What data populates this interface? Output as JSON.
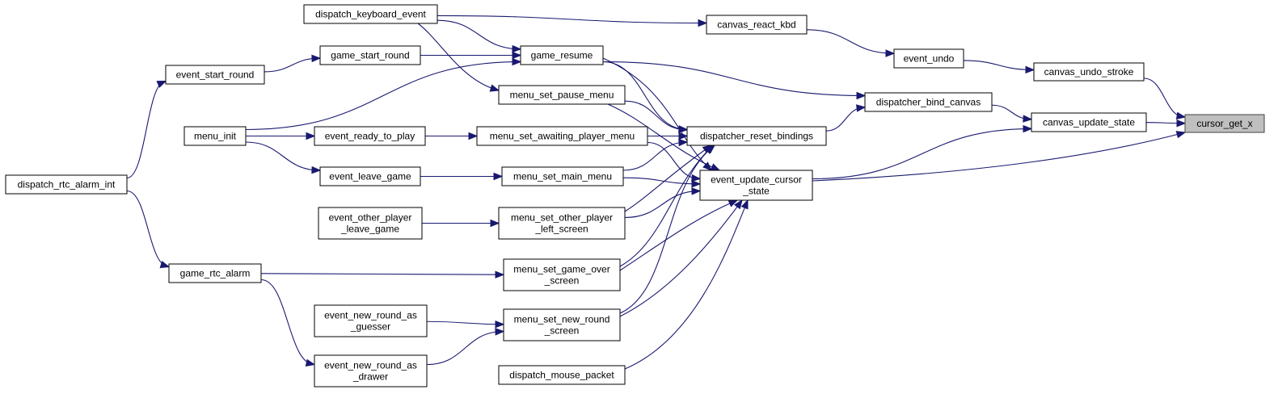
{
  "graph": {
    "nodes": [
      {
        "id": "cursor_get_x",
        "lines": [
          "cursor_get_x"
        ],
        "root": true
      },
      {
        "id": "canvas_undo_stroke",
        "lines": [
          "canvas_undo_stroke"
        ]
      },
      {
        "id": "canvas_update_state",
        "lines": [
          "canvas_update_state"
        ]
      },
      {
        "id": "event_undo",
        "lines": [
          "event_undo"
        ]
      },
      {
        "id": "canvas_react_kbd",
        "lines": [
          "canvas_react_kbd"
        ]
      },
      {
        "id": "dispatcher_bind_canvas",
        "lines": [
          "dispatcher_bind_canvas"
        ]
      },
      {
        "id": "dispatcher_reset_bindings",
        "lines": [
          "dispatcher_reset_bindings"
        ]
      },
      {
        "id": "event_update_cursor_state",
        "lines": [
          "event_update_cursor",
          "_state"
        ]
      },
      {
        "id": "dispatch_keyboard_event",
        "lines": [
          "dispatch_keyboard_event"
        ]
      },
      {
        "id": "game_resume",
        "lines": [
          "game_resume"
        ]
      },
      {
        "id": "game_start_round",
        "lines": [
          "game_start_round"
        ]
      },
      {
        "id": "event_start_round",
        "lines": [
          "event_start_round"
        ]
      },
      {
        "id": "menu_set_pause_menu",
        "lines": [
          "menu_set_pause_menu"
        ]
      },
      {
        "id": "menu_init",
        "lines": [
          "menu_init"
        ]
      },
      {
        "id": "event_ready_to_play",
        "lines": [
          "event_ready_to_play"
        ]
      },
      {
        "id": "menu_set_awaiting_player_menu",
        "lines": [
          "menu_set_awaiting_player_menu"
        ]
      },
      {
        "id": "event_leave_game",
        "lines": [
          "event_leave_game"
        ]
      },
      {
        "id": "menu_set_main_menu",
        "lines": [
          "menu_set_main_menu"
        ]
      },
      {
        "id": "dispatch_rtc_alarm_int",
        "lines": [
          "dispatch_rtc_alarm_int"
        ]
      },
      {
        "id": "event_other_player_leave_game",
        "lines": [
          "event_other_player",
          "_leave_game"
        ]
      },
      {
        "id": "menu_set_other_player_left_screen",
        "lines": [
          "menu_set_other_player",
          "_left_screen"
        ]
      },
      {
        "id": "game_rtc_alarm",
        "lines": [
          "game_rtc_alarm"
        ]
      },
      {
        "id": "menu_set_game_over_screen",
        "lines": [
          "menu_set_game_over",
          "_screen"
        ]
      },
      {
        "id": "event_new_round_as_guesser",
        "lines": [
          "event_new_round_as",
          "_guesser"
        ]
      },
      {
        "id": "menu_set_new_round_screen",
        "lines": [
          "menu_set_new_round",
          "_screen"
        ]
      },
      {
        "id": "event_new_round_as_drawer",
        "lines": [
          "event_new_round_as",
          "_drawer"
        ]
      },
      {
        "id": "dispatch_mouse_packet",
        "lines": [
          "dispatch_mouse_packet"
        ]
      }
    ],
    "edges": [
      {
        "from": "canvas_undo_stroke",
        "to": "cursor_get_x"
      },
      {
        "from": "canvas_update_state",
        "to": "cursor_get_x"
      },
      {
        "from": "event_update_cursor_state",
        "to": "cursor_get_x"
      },
      {
        "from": "event_undo",
        "to": "canvas_undo_stroke"
      },
      {
        "from": "dispatcher_bind_canvas",
        "to": "canvas_update_state"
      },
      {
        "from": "event_update_cursor_state",
        "to": "canvas_update_state"
      },
      {
        "from": "canvas_react_kbd",
        "to": "event_undo"
      },
      {
        "from": "dispatch_keyboard_event",
        "to": "canvas_react_kbd"
      },
      {
        "from": "game_resume",
        "to": "dispatcher_bind_canvas"
      },
      {
        "from": "dispatcher_reset_bindings",
        "to": "dispatcher_bind_canvas"
      },
      {
        "from": "dispatch_keyboard_event",
        "to": "game_resume"
      },
      {
        "from": "game_start_round",
        "to": "game_resume"
      },
      {
        "from": "menu_init",
        "to": "game_resume"
      },
      {
        "from": "event_start_round",
        "to": "game_start_round"
      },
      {
        "from": "dispatch_rtc_alarm_int",
        "to": "event_start_round"
      },
      {
        "from": "dispatch_keyboard_event",
        "to": "menu_set_pause_menu"
      },
      {
        "from": "game_resume",
        "to": "dispatcher_reset_bindings"
      },
      {
        "from": "menu_set_pause_menu",
        "to": "dispatcher_reset_bindings"
      },
      {
        "from": "menu_set_awaiting_player_menu",
        "to": "dispatcher_reset_bindings"
      },
      {
        "from": "menu_set_main_menu",
        "to": "dispatcher_reset_bindings"
      },
      {
        "from": "menu_set_other_player_left_screen",
        "to": "dispatcher_reset_bindings"
      },
      {
        "from": "menu_set_game_over_screen",
        "to": "dispatcher_reset_bindings"
      },
      {
        "from": "menu_set_new_round_screen",
        "to": "dispatcher_reset_bindings"
      },
      {
        "from": "game_resume",
        "to": "event_update_cursor_state"
      },
      {
        "from": "menu_set_pause_menu",
        "to": "event_update_cursor_state"
      },
      {
        "from": "menu_set_awaiting_player_menu",
        "to": "event_update_cursor_state"
      },
      {
        "from": "menu_set_main_menu",
        "to": "event_update_cursor_state"
      },
      {
        "from": "menu_set_other_player_left_screen",
        "to": "event_update_cursor_state"
      },
      {
        "from": "menu_set_game_over_screen",
        "to": "event_update_cursor_state"
      },
      {
        "from": "menu_set_new_round_screen",
        "to": "event_update_cursor_state"
      },
      {
        "from": "dispatch_mouse_packet",
        "to": "event_update_cursor_state"
      },
      {
        "from": "menu_init",
        "to": "event_ready_to_play"
      },
      {
        "from": "menu_init",
        "to": "event_leave_game"
      },
      {
        "from": "event_ready_to_play",
        "to": "menu_set_awaiting_player_menu"
      },
      {
        "from": "event_leave_game",
        "to": "menu_set_main_menu"
      },
      {
        "from": "event_other_player_leave_game",
        "to": "menu_set_other_player_left_screen"
      },
      {
        "from": "dispatch_rtc_alarm_int",
        "to": "game_rtc_alarm"
      },
      {
        "from": "game_rtc_alarm",
        "to": "menu_set_game_over_screen"
      },
      {
        "from": "game_rtc_alarm",
        "to": "event_new_round_as_drawer"
      },
      {
        "from": "event_new_round_as_guesser",
        "to": "menu_set_new_round_screen"
      },
      {
        "from": "event_new_round_as_drawer",
        "to": "menu_set_new_round_screen"
      }
    ]
  }
}
